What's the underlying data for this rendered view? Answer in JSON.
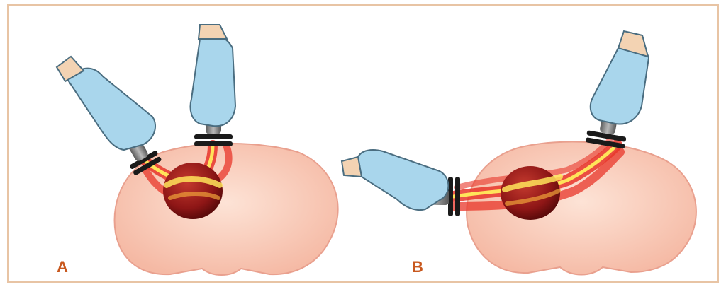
{
  "panels": [
    {
      "id": "A",
      "label": "A"
    },
    {
      "id": "B",
      "label": "B"
    }
  ],
  "colors": {
    "border": "#e8c4a4",
    "body_fill": "#f7c7b6",
    "body_outline": "#e9a08e",
    "tumor": "#9a1a1a",
    "glove": "#a9d6ec",
    "probe": "#7a7a7a",
    "beam_red": "#e8352a",
    "beam_yellow": "#ffe45a",
    "label": "#c8581e"
  }
}
